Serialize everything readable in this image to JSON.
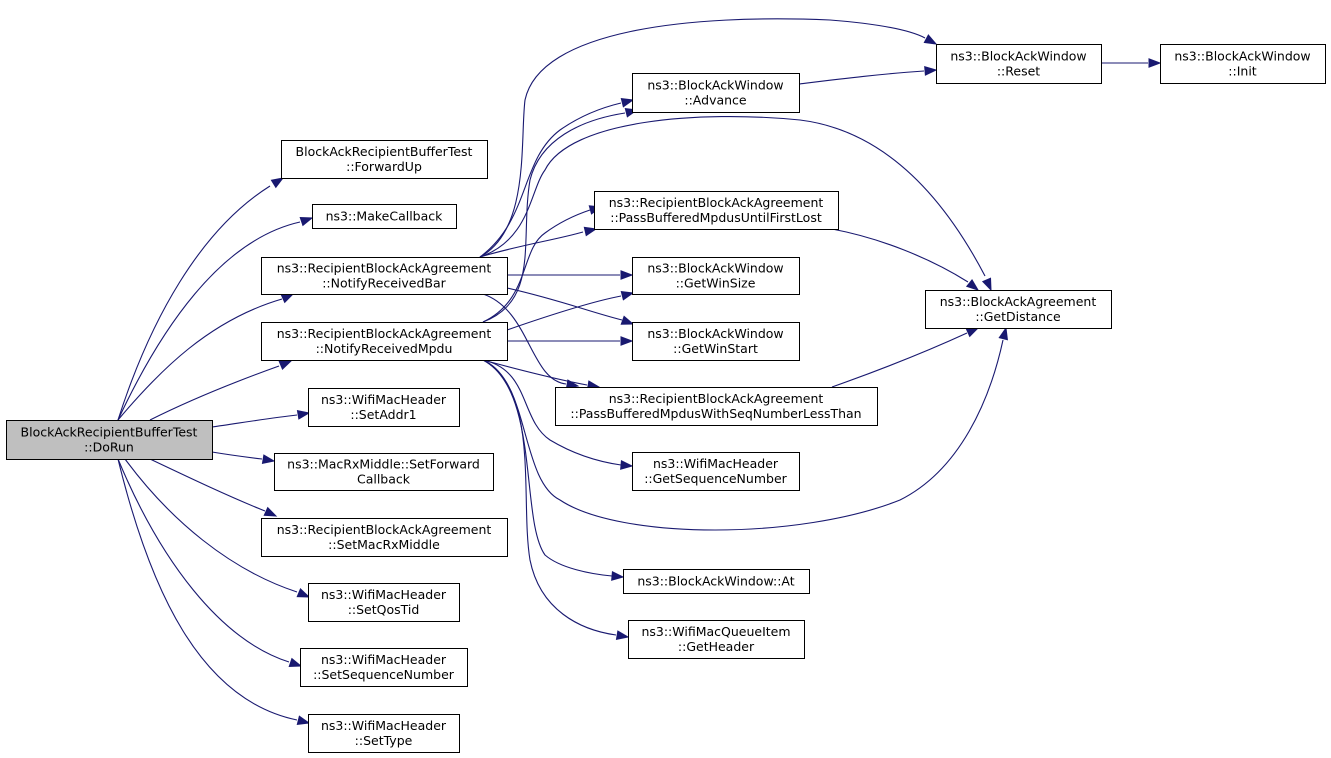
{
  "graph": {
    "edge_color": "#191970",
    "root_fill": "#bfbfbf",
    "nodes": [
      {
        "id": "dorun",
        "lines": [
          "BlockAckRecipientBufferTest",
          "::DoRun"
        ],
        "root": true
      },
      {
        "id": "forwardup",
        "lines": [
          "BlockAckRecipientBufferTest",
          "::ForwardUp"
        ]
      },
      {
        "id": "makecallback",
        "lines": [
          "ns3::MakeCallback"
        ]
      },
      {
        "id": "notifybar",
        "lines": [
          "ns3::RecipientBlockAckAgreement",
          "::NotifyReceivedBar"
        ]
      },
      {
        "id": "notifympdu",
        "lines": [
          "ns3::RecipientBlockAckAgreement",
          "::NotifyReceivedMpdu"
        ]
      },
      {
        "id": "setaddr1",
        "lines": [
          "ns3::WifiMacHeader",
          "::SetAddr1"
        ]
      },
      {
        "id": "setforward",
        "lines": [
          "ns3::MacRxMiddle::SetForward",
          "Callback"
        ]
      },
      {
        "id": "setmacrx",
        "lines": [
          "ns3::RecipientBlockAckAgreement",
          "::SetMacRxMiddle"
        ]
      },
      {
        "id": "setqos",
        "lines": [
          "ns3::WifiMacHeader",
          "::SetQosTid"
        ]
      },
      {
        "id": "setseq",
        "lines": [
          "ns3::WifiMacHeader",
          "::SetSequenceNumber"
        ]
      },
      {
        "id": "settype",
        "lines": [
          "ns3::WifiMacHeader",
          "::SetType"
        ]
      },
      {
        "id": "advance",
        "lines": [
          "ns3::BlockAckWindow",
          "::Advance"
        ]
      },
      {
        "id": "passfirstlost",
        "lines": [
          "ns3::RecipientBlockAckAgreement",
          "::PassBufferedMpdusUntilFirstLost"
        ]
      },
      {
        "id": "winsize",
        "lines": [
          "ns3::BlockAckWindow",
          "::GetWinSize"
        ]
      },
      {
        "id": "winstart",
        "lines": [
          "ns3::BlockAckWindow",
          "::GetWinStart"
        ]
      },
      {
        "id": "passless",
        "lines": [
          "ns3::RecipientBlockAckAgreement",
          "::PassBufferedMpdusWithSeqNumberLessThan"
        ]
      },
      {
        "id": "getseq",
        "lines": [
          "ns3::WifiMacHeader",
          "::GetSequenceNumber"
        ]
      },
      {
        "id": "at",
        "lines": [
          "ns3::BlockAckWindow::At"
        ]
      },
      {
        "id": "getheader",
        "lines": [
          "ns3::WifiMacQueueItem",
          "::GetHeader"
        ]
      },
      {
        "id": "reset",
        "lines": [
          "ns3::BlockAckWindow",
          "::Reset"
        ]
      },
      {
        "id": "init",
        "lines": [
          "ns3::BlockAckWindow",
          "::Init"
        ]
      },
      {
        "id": "getdistance",
        "lines": [
          "ns3::BlockAckAgreement",
          "::GetDistance"
        ]
      }
    ],
    "edges": [
      [
        "dorun",
        "forwardup"
      ],
      [
        "dorun",
        "makecallback"
      ],
      [
        "dorun",
        "notifybar"
      ],
      [
        "dorun",
        "notifympdu"
      ],
      [
        "dorun",
        "setaddr1"
      ],
      [
        "dorun",
        "setforward"
      ],
      [
        "dorun",
        "setmacrx"
      ],
      [
        "dorun",
        "setqos"
      ],
      [
        "dorun",
        "setseq"
      ],
      [
        "dorun",
        "settype"
      ],
      [
        "notifybar",
        "advance"
      ],
      [
        "notifybar",
        "reset"
      ],
      [
        "notifybar",
        "getdistance"
      ],
      [
        "notifybar",
        "passfirstlost"
      ],
      [
        "notifybar",
        "winsize"
      ],
      [
        "notifybar",
        "winstart"
      ],
      [
        "notifybar",
        "passless"
      ],
      [
        "notifympdu",
        "advance"
      ],
      [
        "notifympdu",
        "passfirstlost"
      ],
      [
        "notifympdu",
        "winsize"
      ],
      [
        "notifympdu",
        "winstart"
      ],
      [
        "notifympdu",
        "passless"
      ],
      [
        "notifympdu",
        "getseq"
      ],
      [
        "notifympdu",
        "getdistance"
      ],
      [
        "notifympdu",
        "at"
      ],
      [
        "notifympdu",
        "getheader"
      ],
      [
        "advance",
        "reset"
      ],
      [
        "reset",
        "init"
      ],
      [
        "passfirstlost",
        "getdistance"
      ],
      [
        "passless",
        "getdistance"
      ]
    ]
  }
}
